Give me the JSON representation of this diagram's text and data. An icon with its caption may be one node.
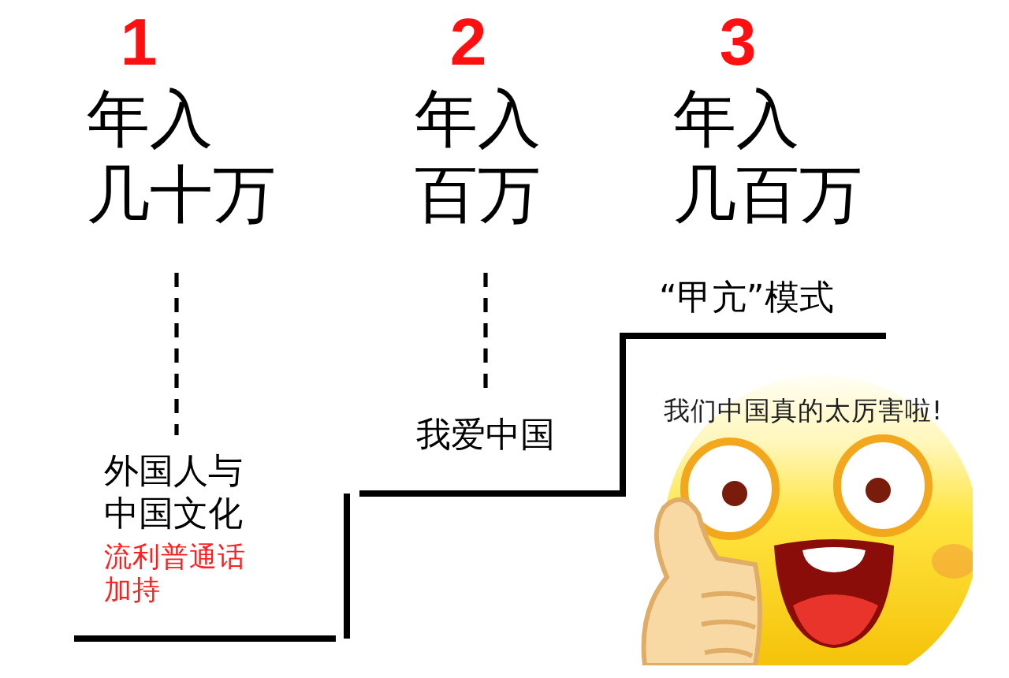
{
  "diagram": {
    "nodes": [
      {
        "text": [
          "年入几十万"
        ]
      },
      {
        "text": [
          "外国人与中国文化",
          "流利普通话加持"
        ]
      },
      {
        "text": [
          "年入百万"
        ]
      },
      {
        "text": [
          "我爱中国"
        ]
      }
    ],
    "edges": [
      {
        "from": 0,
        "to": 1,
        "arrow": "none",
        "style": "dashed"
      },
      {
        "from": 2,
        "to": 3,
        "arrow": "none",
        "style": "dashed"
      }
    ],
    "labels": [
      "1",
      "2",
      "3",
      "年入几百万",
      "“甲亢”模式",
      "我们中国真的太厉害啦!"
    ]
  }
}
